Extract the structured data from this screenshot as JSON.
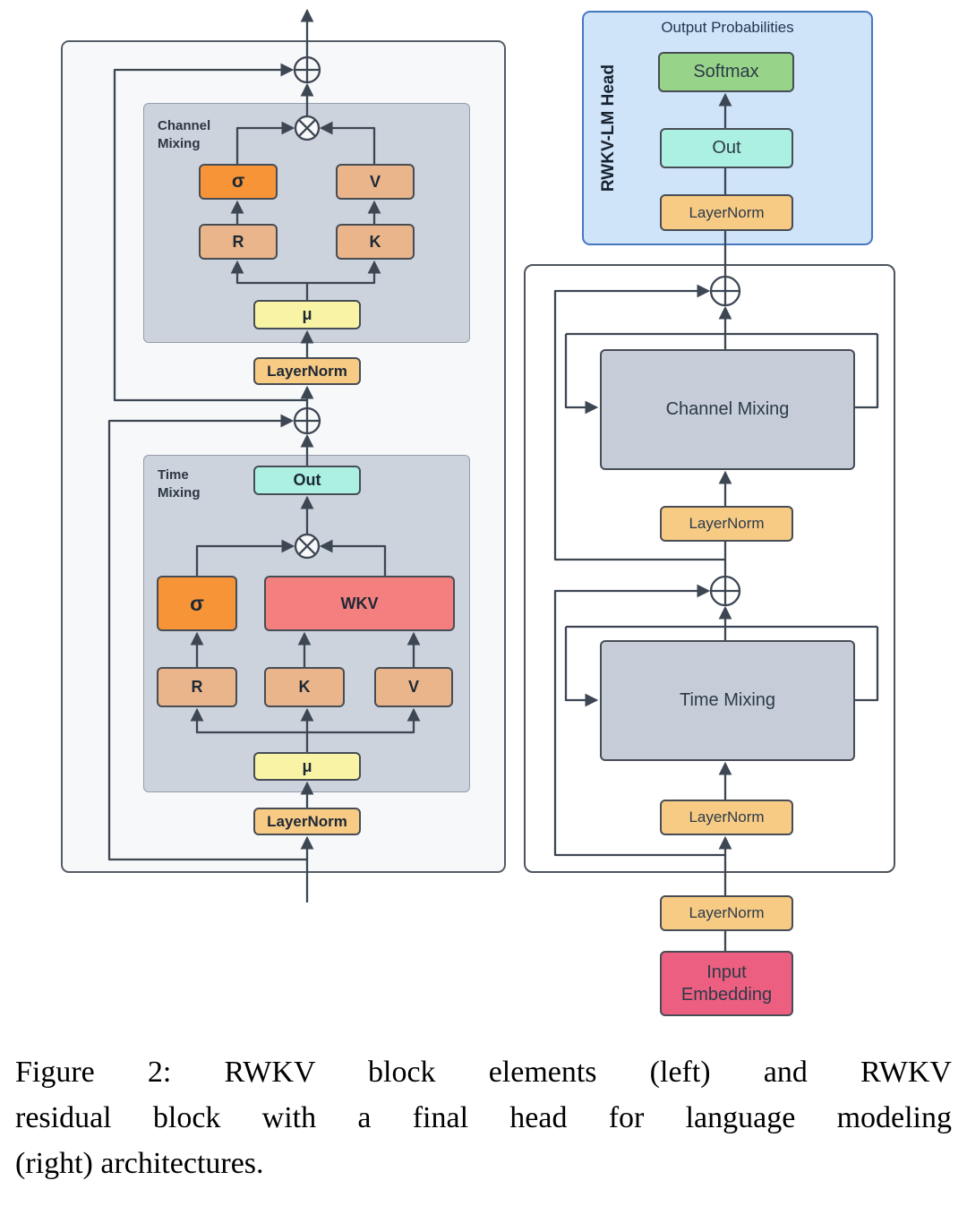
{
  "palette": {
    "line": "#3d4653",
    "sigma_box": "#f79438",
    "rkv_box": "#eab58a",
    "wkv_box": "#f47f7f",
    "mu_box": "#f9f3a6",
    "layernorm_box": "#f8cb85",
    "out_box": "#abf0e1",
    "softmax_box": "#97d489",
    "head_background": "#cfe3f9",
    "head_border": "#4678bd",
    "mixing_gray": "#c6cdd8",
    "input_embedding_box": "#ec5f80"
  },
  "left": {
    "channel_mixing_label": "Channel Mixing",
    "cm_sigma": "σ",
    "cm_v": "V",
    "cm_r": "R",
    "cm_k": "K",
    "cm_mu": "μ",
    "layernorm_upper": "LayerNorm",
    "time_mixing_label": "Time Mixing",
    "tm_out": "Out",
    "tm_sigma": "σ",
    "tm_wkv": "WKV",
    "tm_r": "R",
    "tm_k": "K",
    "tm_v": "V",
    "tm_mu": "μ",
    "layernorm_lower": "LayerNorm"
  },
  "right": {
    "head_label": "RWKV-LM Head",
    "output_probabilities": "Output Probabilities",
    "softmax": "Softmax",
    "out": "Out",
    "head_layernorm": "LayerNorm",
    "channel_mixing": "Channel Mixing",
    "layernorm_mid": "LayerNorm",
    "time_mixing": "Time Mixing",
    "layernorm_inner": "LayerNorm",
    "layernorm_outer": "LayerNorm",
    "input_embedding": "Input Embedding"
  },
  "caption": {
    "line1": "Figure 2: RWKV block elements (left) and RWKV",
    "line2": "residual block with a final head for language modeling",
    "line3": "(right) architectures."
  }
}
